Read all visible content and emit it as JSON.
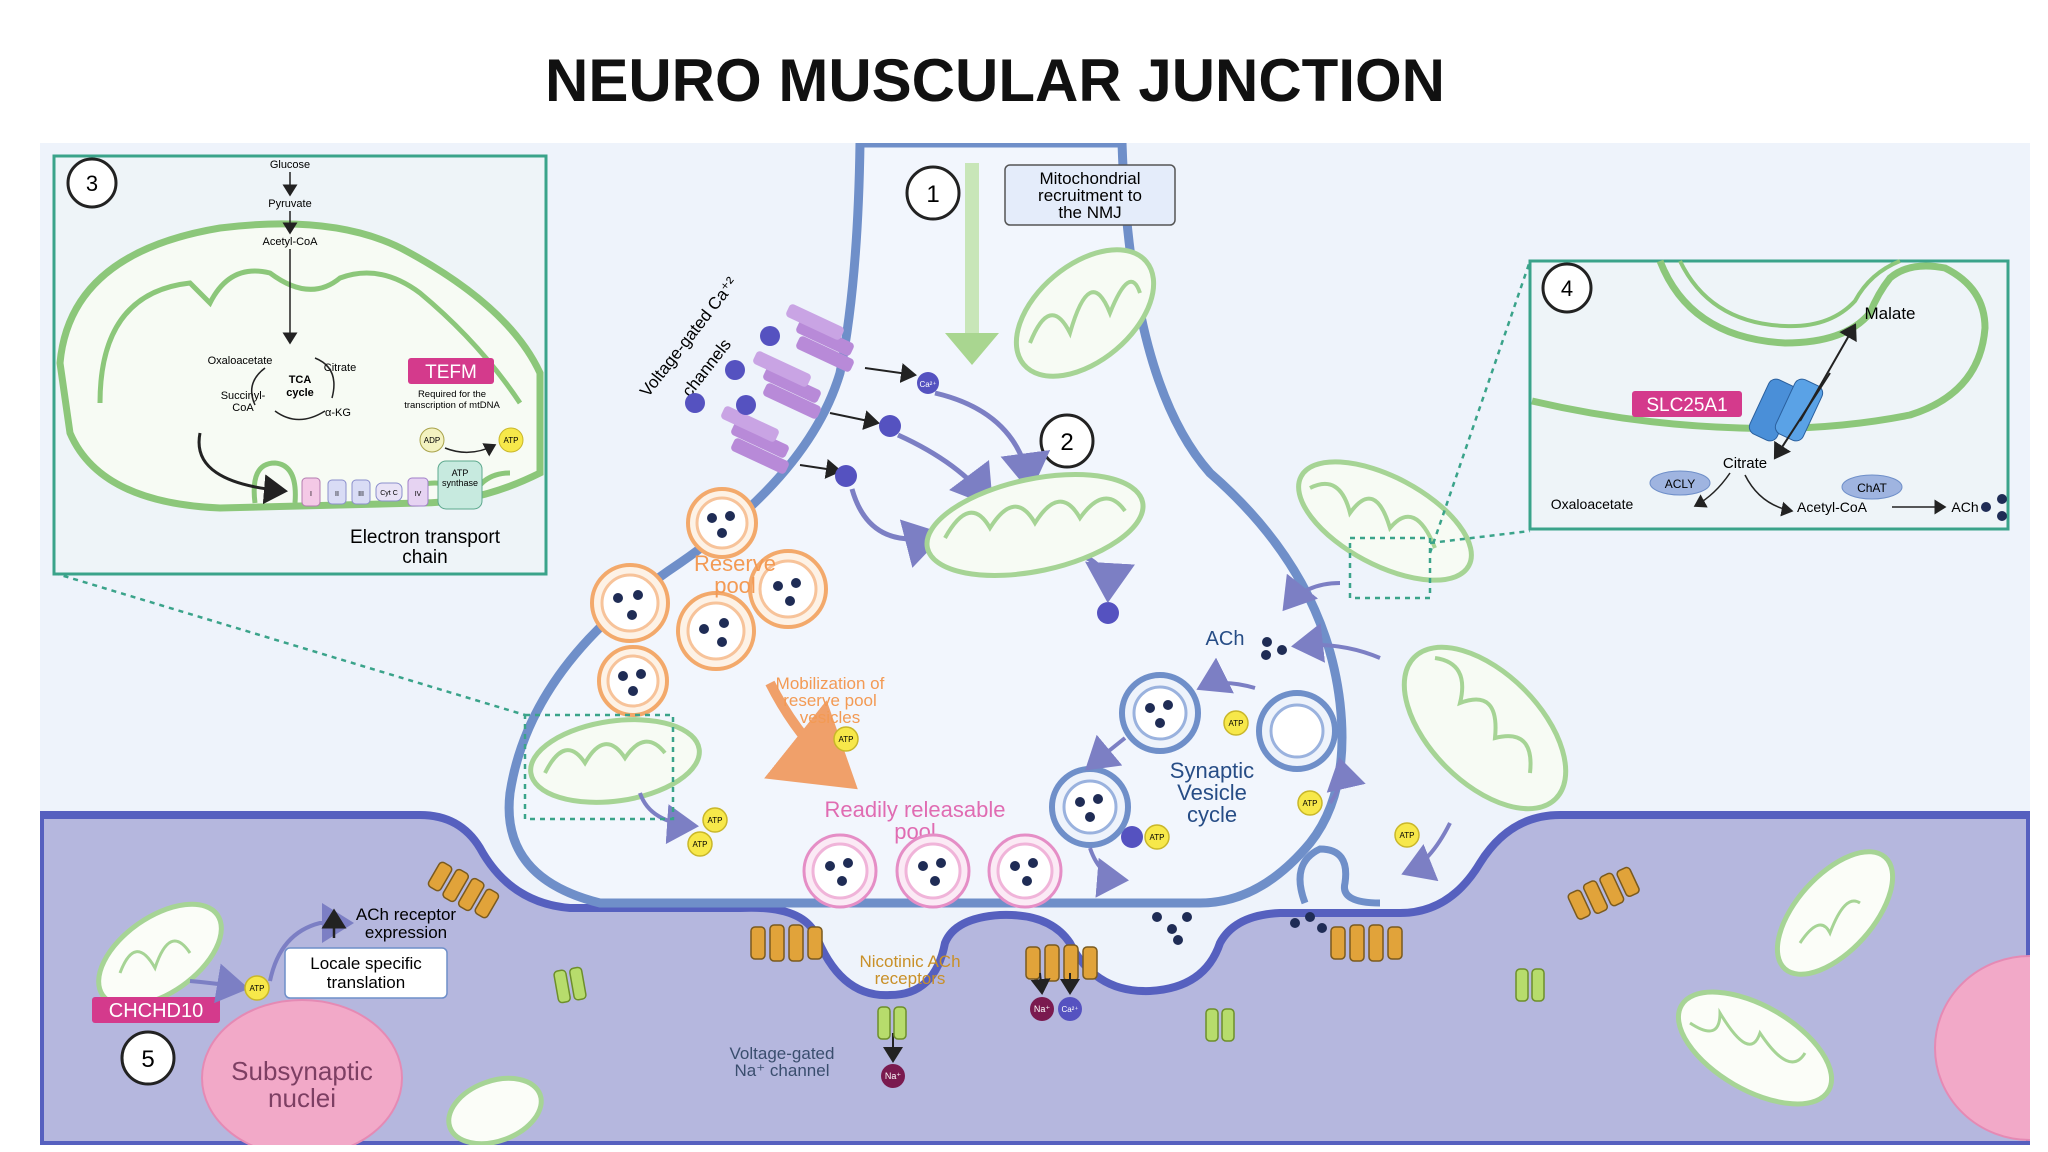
{
  "title": "NEURO MUSCULAR JUNCTION",
  "colors": {
    "background": "#eef3fb",
    "muscle": "#b5b7de",
    "membrane": "#6f8fc9",
    "mito_stroke": "#9ccf8c",
    "reserve_vesicle": "#f3a96b",
    "rrp_vesicle": "#e58ec6",
    "label_magenta": "#d43a8c",
    "atp_yellow": "#f7e84a",
    "ca_purple": "#5552c0",
    "receptor_orange": "#e1a33a",
    "na_channel_green": "#b7dc6c",
    "nuclei_pink": "#f2a9c8"
  },
  "steps": {
    "s1": "1",
    "s2": "2",
    "s3": "3",
    "s4": "4",
    "s5": "5"
  },
  "step1": {
    "line1": "Mitochondrial",
    "line2": "recruitment to",
    "line3": "the NMJ"
  },
  "ca_channels": {
    "line1": "Voltage-gated Ca⁺²",
    "line2": "channels"
  },
  "ion": {
    "ca": "Ca²⁺",
    "na": "Na⁺",
    "atp": "ATP",
    "adp": "ADP"
  },
  "reserve_pool": {
    "line1": "Reserve",
    "line2": "pool"
  },
  "mobilization": {
    "line1": "Mobilization of",
    "line2": "reserve pool",
    "line3": "vesicles"
  },
  "rrp": {
    "line1": "Readily releasable",
    "line2": "pool"
  },
  "ach": "ACh",
  "svc": {
    "line1": "Synaptic",
    "line2": "Vesicle",
    "line3": "cycle"
  },
  "nachr": {
    "line1": "Nicotinic ACh",
    "line2": "receptors"
  },
  "vgnac": {
    "line1": "Voltage-gated",
    "line2": "Na⁺ channel"
  },
  "box3": {
    "glucose": "Glucose",
    "pyruvate": "Pyruvate",
    "acetyl_coa": "Acetyl-CoA",
    "oxaloacetate": "Oxaloacetate",
    "citrate": "Citrate",
    "tca1": "TCA",
    "tca2": "cycle",
    "succinyl1": "Succinyl-",
    "succinyl2": "CoA",
    "akg": "α-KG",
    "tefm": "TEFM",
    "tefm_desc1": "Required for the",
    "tefm_desc2": "transcription of mtDNA",
    "etc_complexes": [
      "I",
      "II",
      "III",
      "Cyt C",
      "IV"
    ],
    "atp_synthase1": "ATP",
    "atp_synthase2": "synthase",
    "etc1": "Electron transport",
    "etc2": "chain"
  },
  "box4": {
    "malate": "Malate",
    "slc": "SLC25A1",
    "citrate": "Citrate",
    "acly": "ACLY",
    "chat": "ChAT",
    "oxaloacetate": "Oxaloacetate",
    "acetyl_coa": "Acetyl-CoA",
    "ach": "ACh"
  },
  "post": {
    "ach_receptor1": "ACh receptor",
    "ach_receptor2": "expression",
    "locale1": "Locale specific",
    "locale2": "translation",
    "chchd10": "CHCHD10",
    "nuclei1": "Subsynaptic",
    "nuclei2": "nuclei"
  }
}
